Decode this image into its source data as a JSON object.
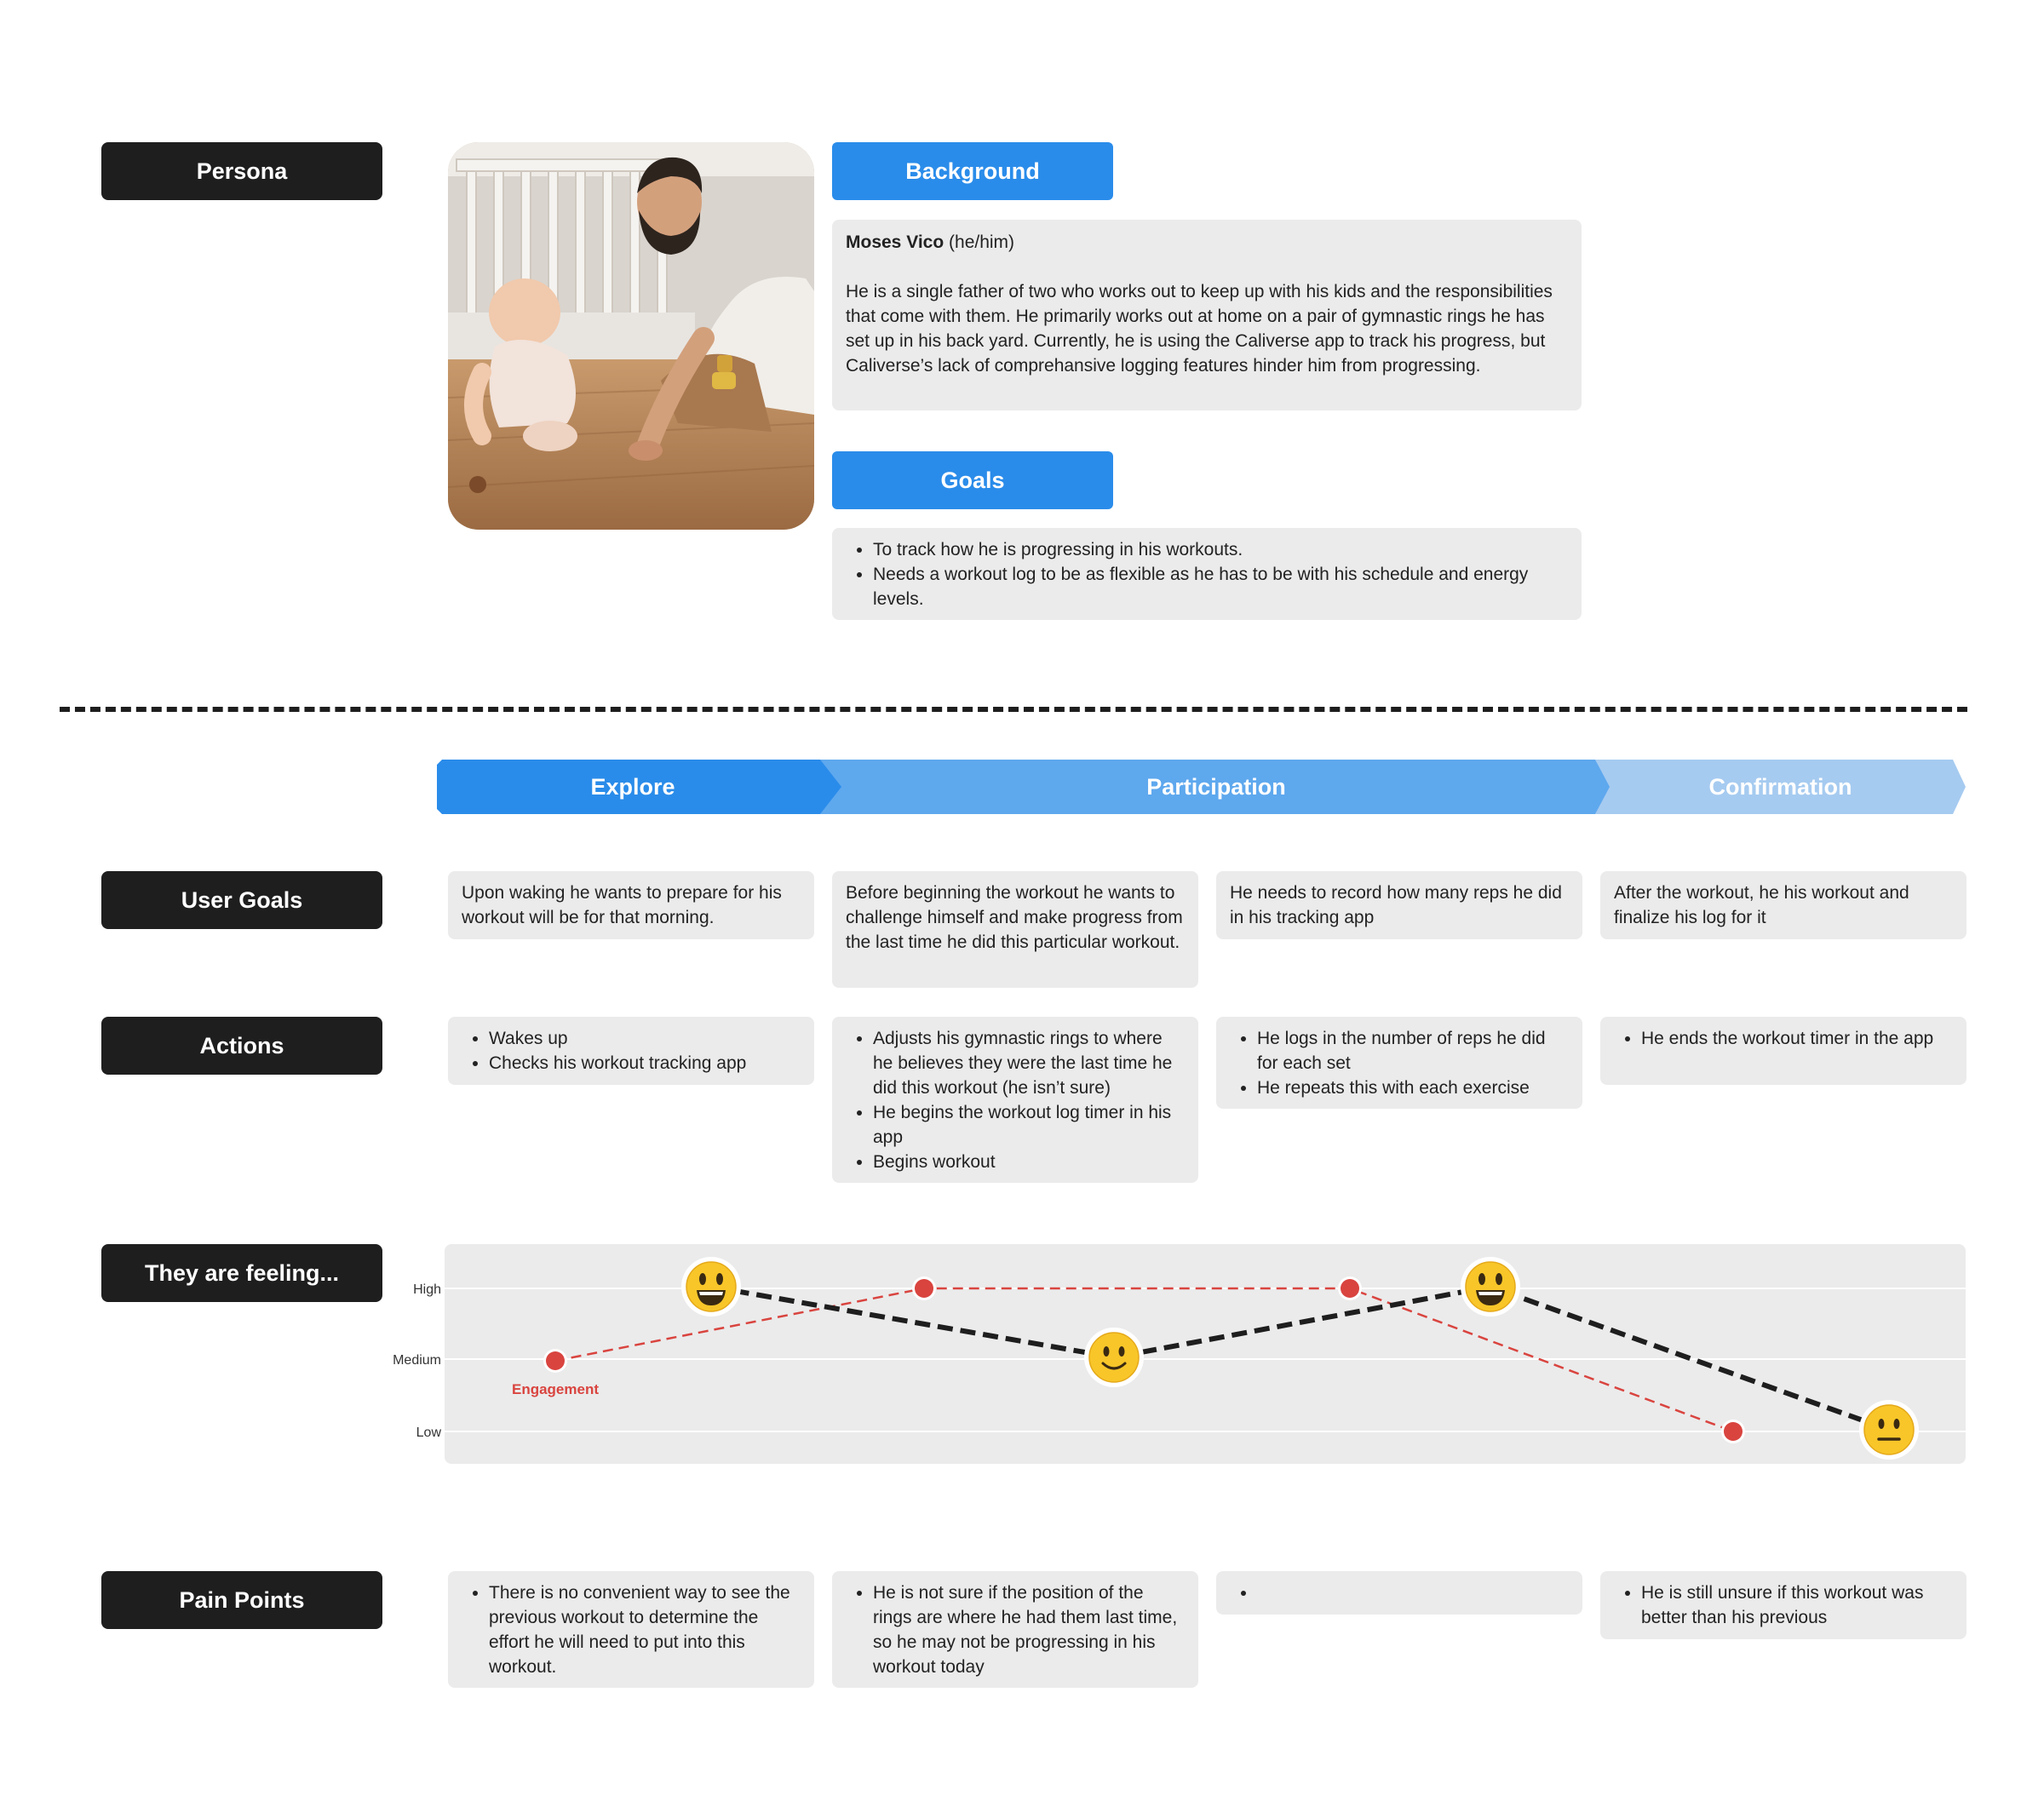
{
  "persona": {
    "label": "Persona",
    "background_label": "Background",
    "name": "Moses Vico",
    "pronouns": "(he/him)",
    "bio": "He is a single father of two who works out to keep up with his kids and the responsibilities that come with them. He primarily works out at home on a pair of gymnastic rings he has set up in his back yard. Currently, he is using the Caliverse app to track his progress, but Caliverse’s lack of comprehansive logging features hinder him from progressing.",
    "goals_label": "Goals",
    "goals": [
      "To track how he is progressing in his workouts.",
      "Needs a workout log to be as flexible as he has to be with his schedule and energy levels."
    ]
  },
  "phases": [
    "Explore",
    "Participation",
    "Confirmation"
  ],
  "rows": {
    "user_goals": {
      "label": "User Goals",
      "cells": [
        "Upon waking he wants to prepare for his workout will be for that morning.",
        "Before beginning the workout he wants to challenge himself and make progress from the last time he did this particular workout.",
        "He needs to record how many reps he did in his tracking app",
        "After the workout, he his workout and finalize his log for it"
      ]
    },
    "actions": {
      "label": "Actions",
      "cells": [
        [
          "Wakes up",
          "Checks his workout tracking app"
        ],
        [
          "Adjusts his gymnastic rings to where he believes they were the last time he did this workout (he isn’t sure)",
          "He begins the workout log timer in his app",
          "Begins workout"
        ],
        [
          "He logs in the number of reps he did for each set",
          "He repeats this with each exercise"
        ],
        [
          "He ends the workout timer in the app"
        ]
      ]
    },
    "feeling": {
      "label": "They are feeling..."
    },
    "pain_points": {
      "label": "Pain Points",
      "cells": [
        [
          "There is no convenient way to see the previous workout to determine the effort he will need to put into this workout."
        ],
        [
          "He is not sure if the position of the rings are where he had them last time, so he may not be progressing in his workout today"
        ],
        [
          ""
        ],
        [
          "He is still unsure if this workout was better than his previous"
        ]
      ]
    }
  },
  "chart_data": {
    "type": "line",
    "y_levels": [
      "Low",
      "Medium",
      "High"
    ],
    "series": [
      {
        "style": "emoji-dashed-black",
        "points": [
          {
            "x": 1,
            "y": "High",
            "emoji": "grinning"
          },
          {
            "x": 2,
            "y": "Medium",
            "emoji": "smiling"
          },
          {
            "x": 3,
            "y": "High",
            "emoji": "grinning"
          },
          {
            "x": 4,
            "y": "Low",
            "emoji": "neutral"
          }
        ]
      },
      {
        "name": "Engagement",
        "style": "red-dashed-dots",
        "color": "#d9443f",
        "points": [
          {
            "x": 0.5,
            "y": "Medium"
          },
          {
            "x": 1.5,
            "y": "High"
          },
          {
            "x": 2.5,
            "y": "High"
          },
          {
            "x": 3.5,
            "y": "Low"
          }
        ]
      }
    ]
  },
  "colors": {
    "label_dark": "#1e1e1e",
    "accent_blue": "#2a8cea",
    "phase_1": "#2a8cea",
    "phase_2": "#5ea8ee",
    "phase_3": "#a6cbf0",
    "card_bg": "#ebebeb",
    "engagement_red": "#d9443f",
    "emoji_yellow": "#f8c629"
  }
}
